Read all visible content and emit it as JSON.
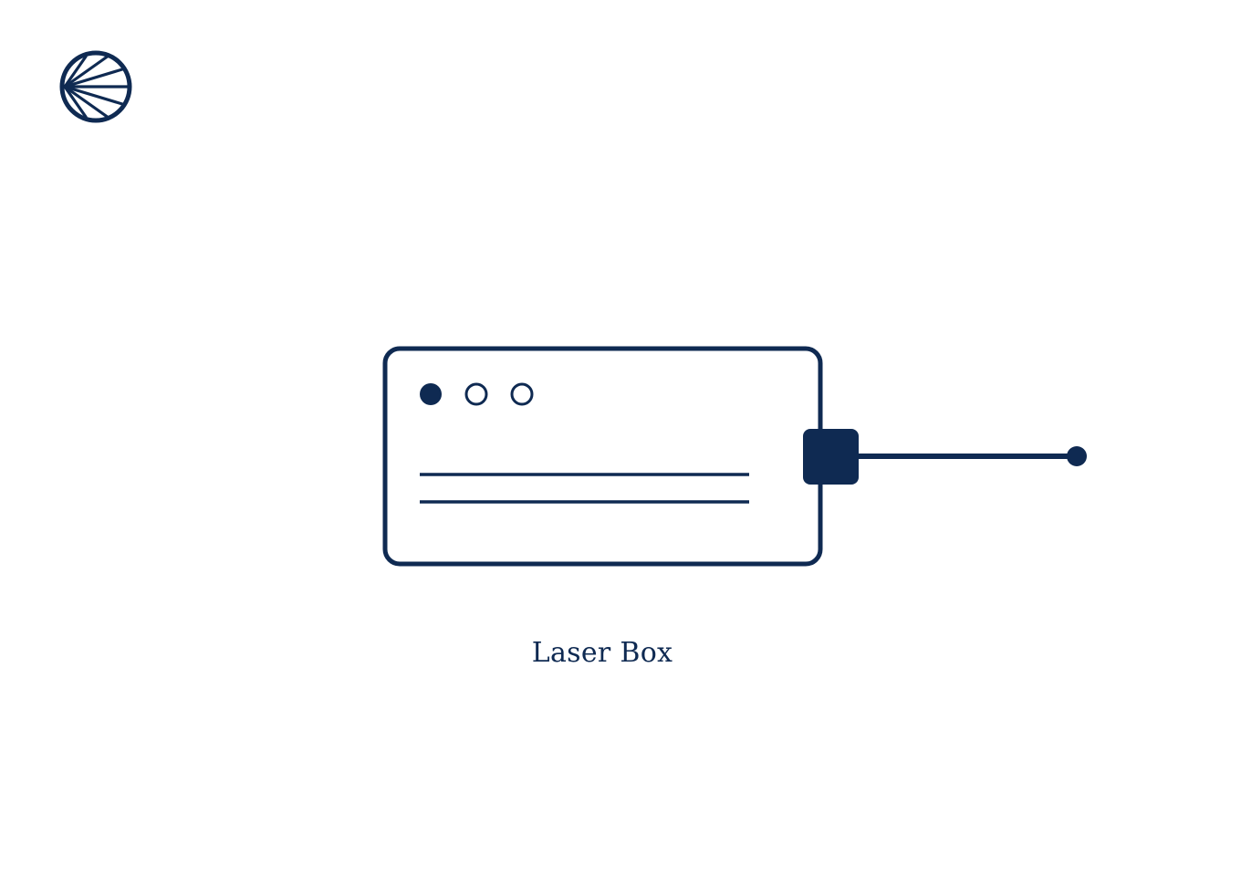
{
  "logo": {
    "icon": "laser-burst-icon",
    "color": "#0f2a52"
  },
  "device": {
    "icon": "laser-box-icon",
    "stroke_color": "#0f2a52",
    "indicator_lights": [
      {
        "state": "on"
      },
      {
        "state": "off"
      },
      {
        "state": "off"
      }
    ]
  },
  "caption": {
    "label": "Laser Box"
  }
}
